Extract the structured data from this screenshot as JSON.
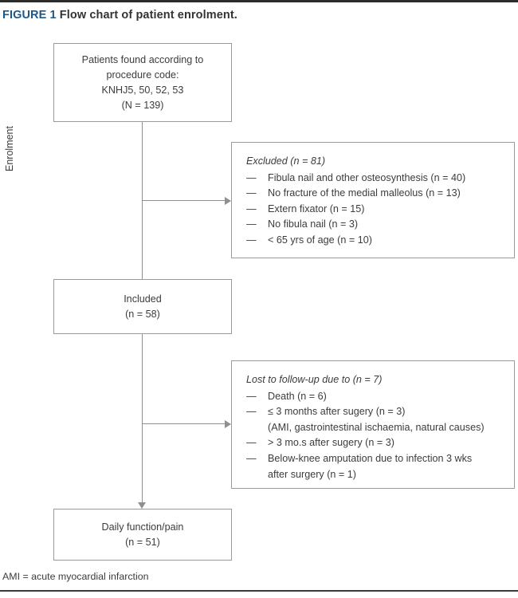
{
  "figure": {
    "label": "FIGURE 1",
    "title": " Flow chart of patient enrolment.",
    "label_color": "#1d5687",
    "title_color": "#333333"
  },
  "axis": {
    "enrolment_label": "Enrolment"
  },
  "boxes": {
    "found": {
      "lines": [
        "Patients found according to",
        "procedure code:",
        "KNHJ5, 50, 52, 53",
        "(N = 139)"
      ]
    },
    "included": {
      "lines": [
        "Included",
        "(n = 58)"
      ]
    },
    "outcome": {
      "lines": [
        "Daily function/pain",
        "(n = 51)"
      ]
    },
    "excluded": {
      "heading": "Excluded (n = 81)",
      "dash": "—",
      "items": [
        {
          "text": "Fibula nail and other osteosynthesis (n = 40)",
          "cont": ""
        },
        {
          "text": "No fracture of the medial malleolus (n = 13)",
          "cont": ""
        },
        {
          "text": "Extern fixator (n = 15)",
          "cont": ""
        },
        {
          "text": "No fibula nail (n = 3)",
          "cont": ""
        },
        {
          "text": "< 65 yrs of age (n = 10)",
          "cont": ""
        }
      ]
    },
    "lost": {
      "heading": "Lost to follow-up due to (n = 7)",
      "dash": "—",
      "items": [
        {
          "text": "Death (n = 6)",
          "cont": ""
        },
        {
          "text": "≤ 3 months after sugery (n = 3)",
          "cont": "(AMI, gastrointestinal ischaemia, natural causes)"
        },
        {
          "text": "> 3 mo.s after sugery (n = 3)",
          "cont": ""
        },
        {
          "text": "Below-knee amputation due to infection 3 wks",
          "cont": "after surgery (n = 1)"
        }
      ]
    }
  },
  "footnote": {
    "text": "AMI = acute myocardial infarction"
  },
  "colors": {
    "box_border": "#9a9a9a",
    "connector": "#8f8f8f",
    "rule": "#2b2b2b"
  }
}
